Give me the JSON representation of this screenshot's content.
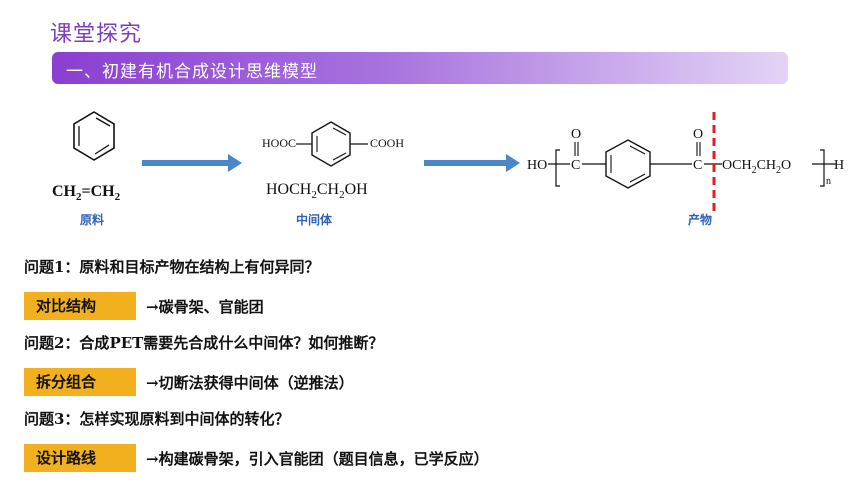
{
  "header": {
    "title": "课堂探究"
  },
  "section": {
    "label": "一、初建有机合成设计思维模型"
  },
  "diagram": {
    "raw_material": {
      "formula_left": "CH",
      "sub2": "2",
      "eq": "=CH",
      "label": "原料"
    },
    "intermediate": {
      "hooc": "HOOC",
      "cooh": "COOH",
      "diol_parts": [
        "HOCH",
        "2",
        "CH",
        "2",
        "OH"
      ],
      "label": "中间体"
    },
    "product": {
      "ho": "HO",
      "o_top": "O",
      "c": "C",
      "chain": "OCH",
      "sub2": "2",
      "ch": "CH",
      "o_end": "O",
      "h": "H",
      "n": "n",
      "label": "产物"
    }
  },
  "questions": [
    {
      "text": "问题1：原料和目标产物在结构上有何异同？",
      "tag": "对比结构",
      "answer": "→碳骨架、官能团"
    },
    {
      "text": "问题2：合成PET需要先合成什么中间体？如何推断？",
      "tag": "拆分组合",
      "answer": "→切断法获得中间体（逆推法）"
    },
    {
      "text": "问题3：怎样实现原料到中间体的转化？",
      "tag": "设计路线",
      "answer": "→构建碳骨架，引入官能团（题目信息，已学反应）"
    }
  ],
  "colors": {
    "title": "#7b3fbf",
    "bar_start": "#8a3fd0",
    "tag": "#f2b01e",
    "arrow": "#4a86c8",
    "cut_line": "#e02020",
    "label": "#2f62b8"
  }
}
